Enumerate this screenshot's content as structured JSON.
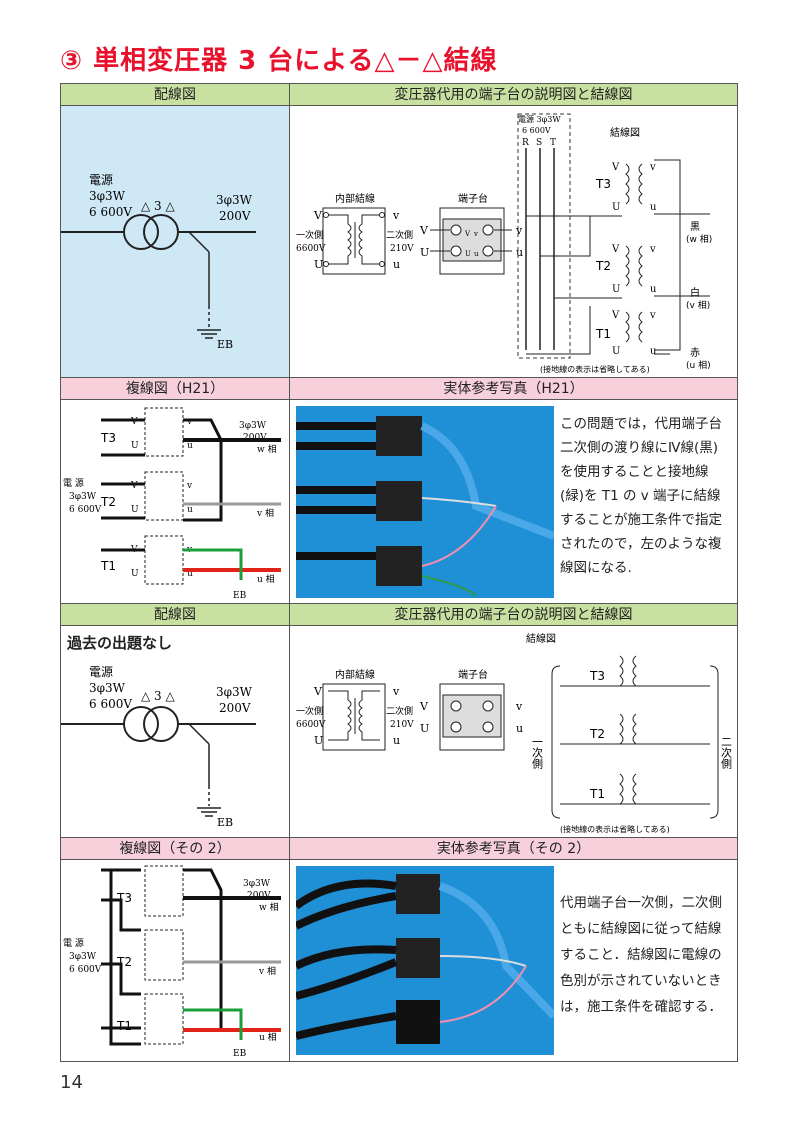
{
  "title": "③ 単相変圧器 3 台による△－△結線",
  "colors": {
    "title": "#e8122d",
    "hdr_green": "#c8e0a0",
    "hdr_pink": "#f7d0dc",
    "panel_blue": "#cfe8f6",
    "photo_bg": "#1f8fd6"
  },
  "section1": {
    "hdr_left": "配線図",
    "hdr_right": "変圧器代用の端子台の説明図と結線図",
    "src_label": "電源",
    "src_spec1": "3φ3W",
    "src_spec2": "6 600V",
    "tr_label": "△ 3 △",
    "out_spec1": "3φ3W",
    "out_spec2": "200V",
    "eb": "EB",
    "internal_title": "内部結線",
    "terminal_title": "端子台",
    "primary": "一次側",
    "primary_v": "6600V",
    "secondary": "二次側",
    "secondary_v": "210V",
    "wiring_title": "結線図",
    "rst": [
      "R",
      "S",
      "T"
    ],
    "source_hdr": "電源 3φ3W",
    "source_hdr2": "6 600V",
    "black": "黒",
    "w_phase": "(w 相)",
    "white": "白",
    "v_phase": "(v 相)",
    "red": "赤",
    "u_phase": "(u 相)",
    "ground_note": "(接地線の表示は省略してある)"
  },
  "section2": {
    "hdr_left": "複線図（H21）",
    "hdr_right": "実体参考写真（H21）",
    "src_label": "電 源",
    "src_spec1": "3φ3W",
    "src_spec2": "6 600V",
    "out_spec1": "3φ3W",
    "out_spec2": "200V",
    "w_phase": "w 相",
    "v_phase": "v 相",
    "u_phase": "u 相",
    "eb": "EB",
    "note": "この問題では，代用端子台二次側の渡り線にⅣ線(黒)を使用することと接地線(緑)を T1 の v 端子に結線することが施工条件で指定されたので，左のような複線図になる."
  },
  "section3": {
    "hdr_left": "配線図",
    "hdr_right": "変圧器代用の端子台の説明図と結線図",
    "no_past": "過去の出題なし",
    "src_label": "電源",
    "src_spec1": "3φ3W",
    "src_spec2": "6 600V",
    "tr_label": "△ 3 △",
    "out_spec1": "3φ3W",
    "out_spec2": "200V",
    "eb": "EB",
    "internal_title": "内部結線",
    "terminal_title": "端子台",
    "primary": "一次側",
    "primary_v": "6600V",
    "secondary": "二次側",
    "secondary_v": "210V",
    "wiring_title": "結線図",
    "primary_side": "一次側",
    "secondary_side": "二次側",
    "ground_note": "(接地線の表示は省略してある)"
  },
  "section4": {
    "hdr_left": "複線図（その 2）",
    "hdr_right": "実体参考写真（その 2）",
    "src_label": "電 源",
    "src_spec1": "3φ3W",
    "src_spec2": "6 600V",
    "out_spec1": "3φ3W",
    "out_spec2": "200V",
    "w_phase": "w 相",
    "v_phase": "v 相",
    "u_phase": "u 相",
    "eb": "EB",
    "note": "代用端子台一次側，二次側ともに結線図に従って結線すること．結線図に電線の色別が示されていないときは，施工条件を確認する．"
  },
  "labels": {
    "V": "V",
    "U": "U",
    "v": "v",
    "u": "u",
    "T3": "T3",
    "T2": "T2",
    "T1": "T1"
  },
  "page_number": "14"
}
